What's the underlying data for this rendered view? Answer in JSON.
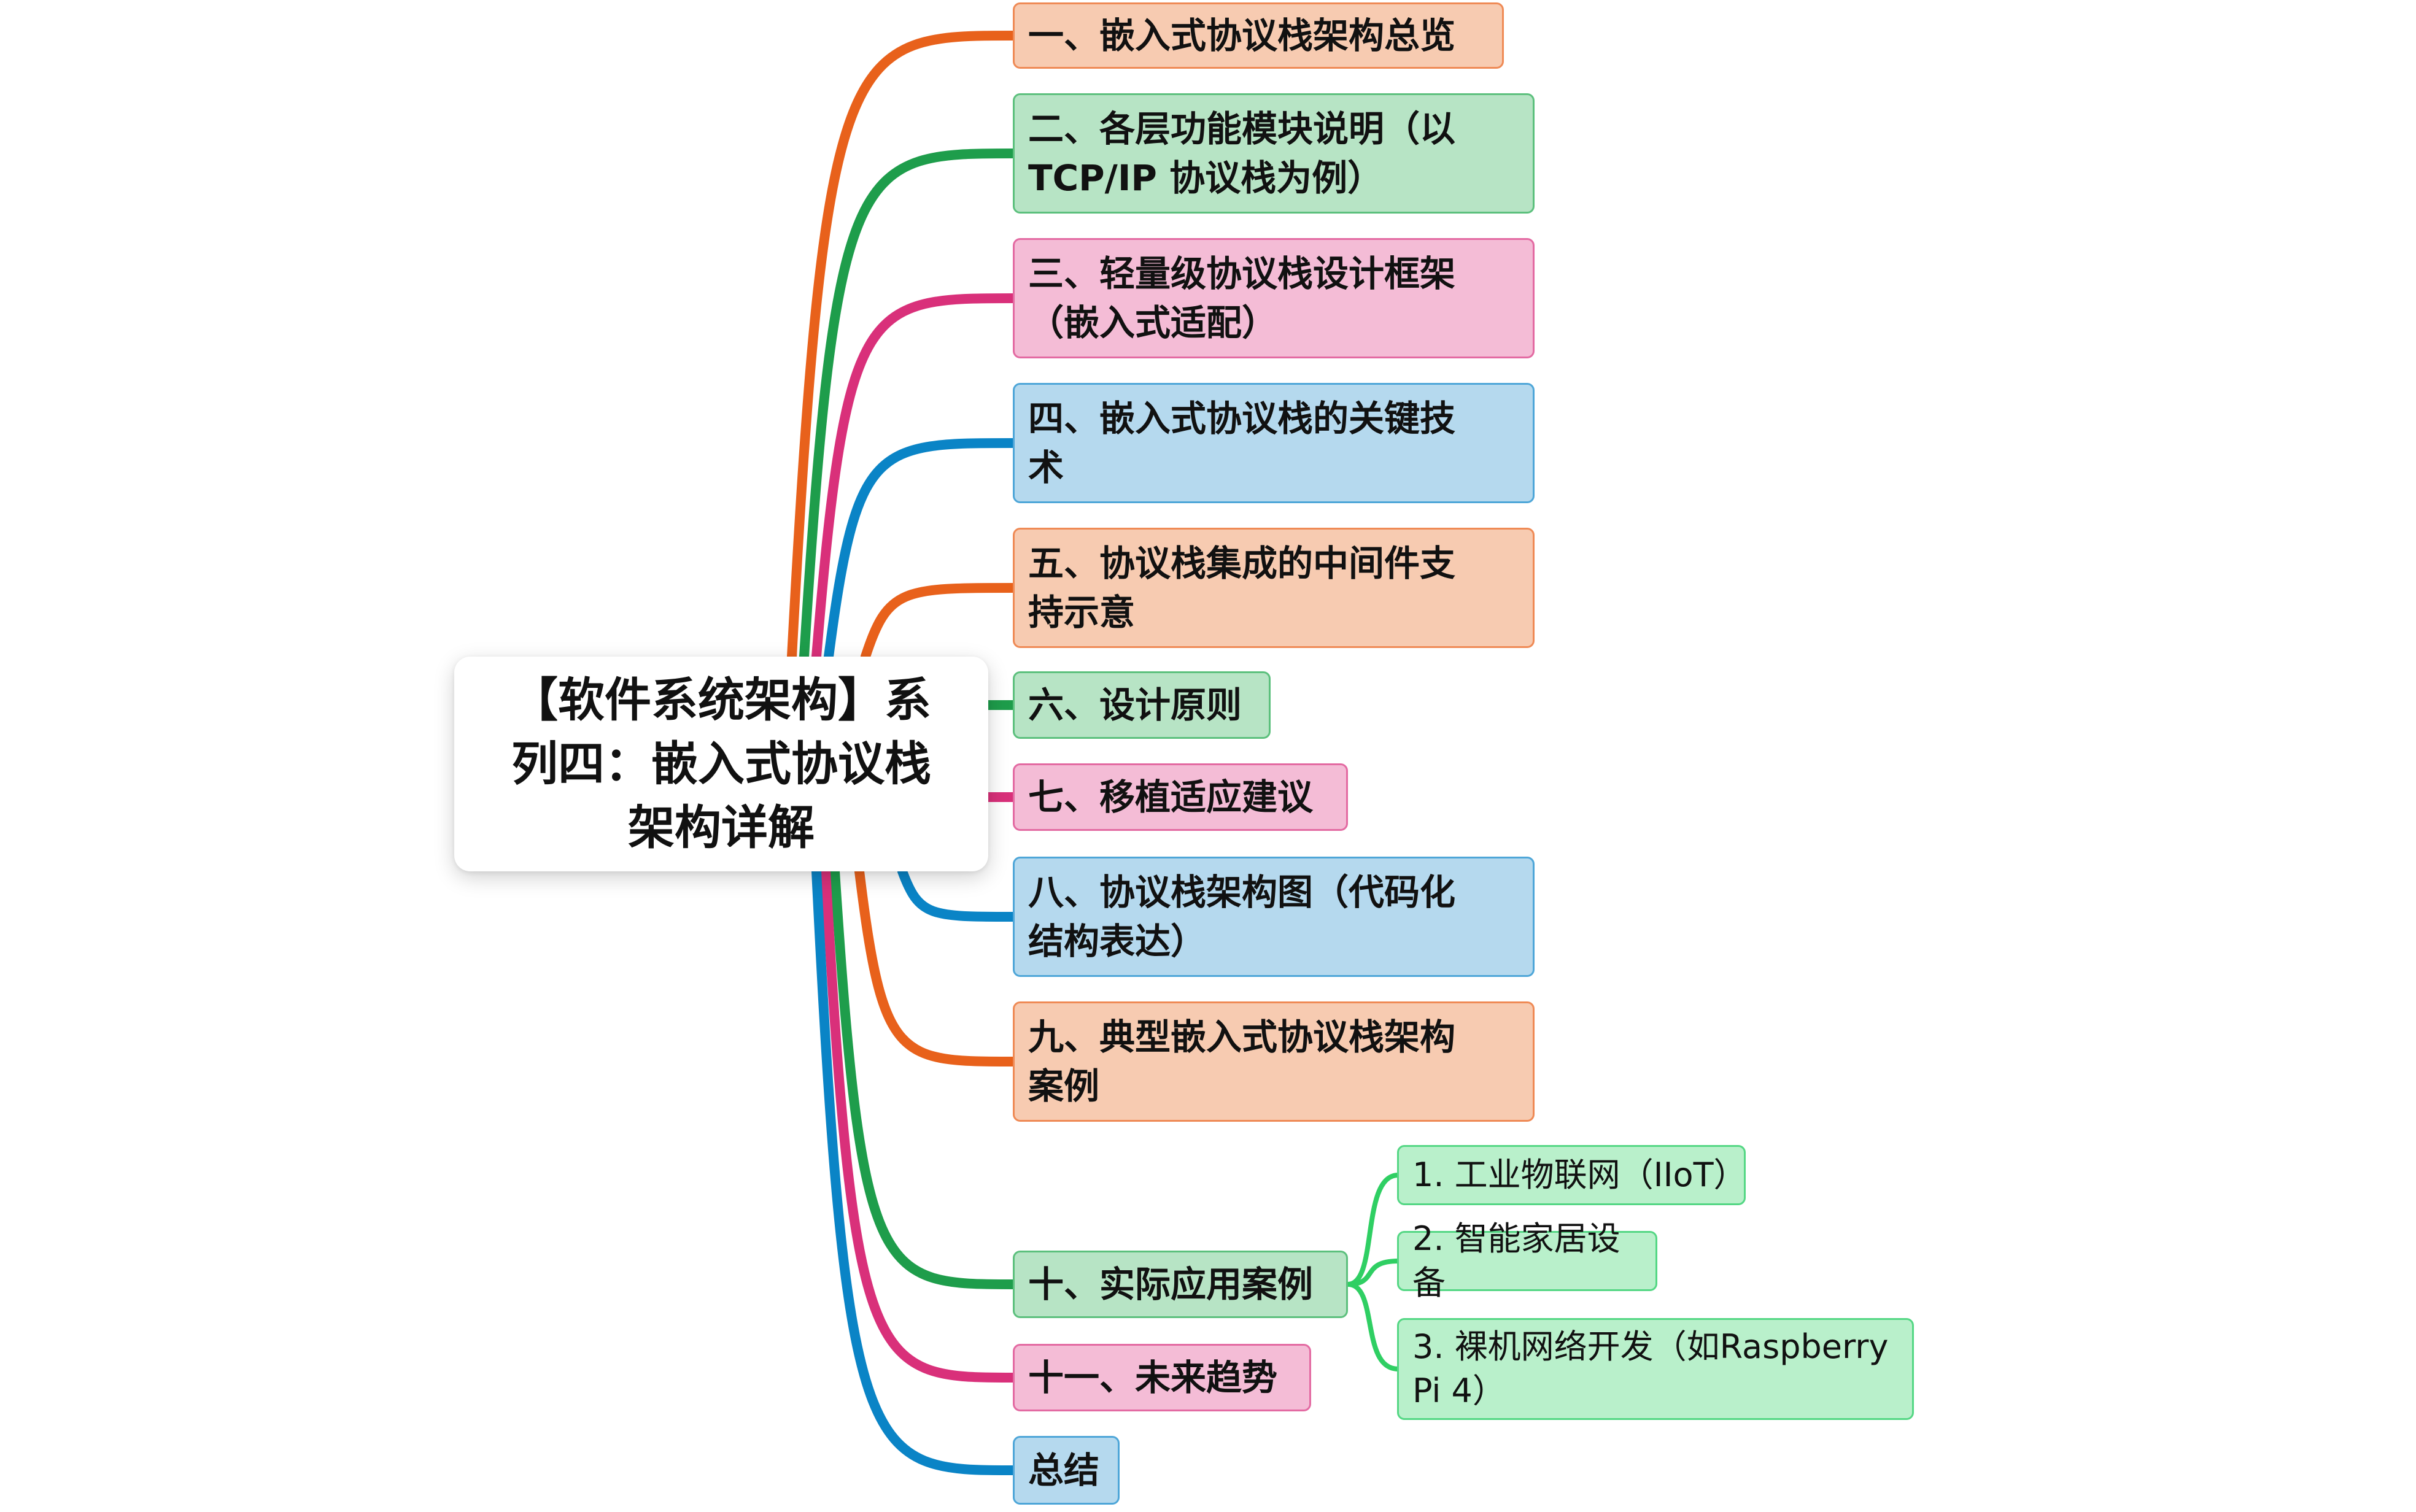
{
  "colors": {
    "orange": {
      "line": "#e8611b",
      "fill": "#f7cbb1",
      "border": "#ef8a55"
    },
    "green": {
      "line": "#1e9d4b",
      "fill": "#b7e4c5",
      "border": "#5cc07d"
    },
    "pink": {
      "line": "#d9307a",
      "fill": "#f4bcd6",
      "border": "#e36aa2"
    },
    "blue": {
      "line": "#0a84c6",
      "fill": "#b5d9ee",
      "border": "#4ea6d8"
    },
    "subgreen": {
      "line": "#2fcf63",
      "fill": "#b9f0cb",
      "border": "#54d784"
    }
  },
  "central": {
    "title": "【软件系统架构】系\n列四：嵌入式协议栈\n架构详解"
  },
  "topics": [
    {
      "label": "一、嵌入式协议栈架构总览",
      "color": "orange"
    },
    {
      "label": "二、各层功能模块说明（以\nTCP/IP 协议栈为例）",
      "color": "green"
    },
    {
      "label": "三、轻量级协议栈设计框架\n（嵌入式适配）",
      "color": "pink"
    },
    {
      "label": "四、嵌入式协议栈的关键技\n术",
      "color": "blue"
    },
    {
      "label": "五、协议栈集成的中间件支\n持示意",
      "color": "orange"
    },
    {
      "label": "六、设计原则",
      "color": "green"
    },
    {
      "label": "七、移植适应建议",
      "color": "pink"
    },
    {
      "label": "八、协议栈架构图（代码化\n结构表达）",
      "color": "blue"
    },
    {
      "label": "九、典型嵌入式协议栈架构\n案例",
      "color": "orange"
    },
    {
      "label": "十、实际应用案例",
      "color": "green"
    },
    {
      "label": "十一、未来趋势",
      "color": "pink"
    },
    {
      "label": "总结",
      "color": "blue"
    }
  ],
  "subtopics": [
    {
      "label": "1. 工业物联网（IIoT）",
      "color": "subgreen"
    },
    {
      "label": "2. 智能家居设备",
      "color": "subgreen"
    },
    {
      "label": "3. 裸机网络开发（如Raspberry\nPi 4）",
      "color": "subgreen"
    }
  ]
}
